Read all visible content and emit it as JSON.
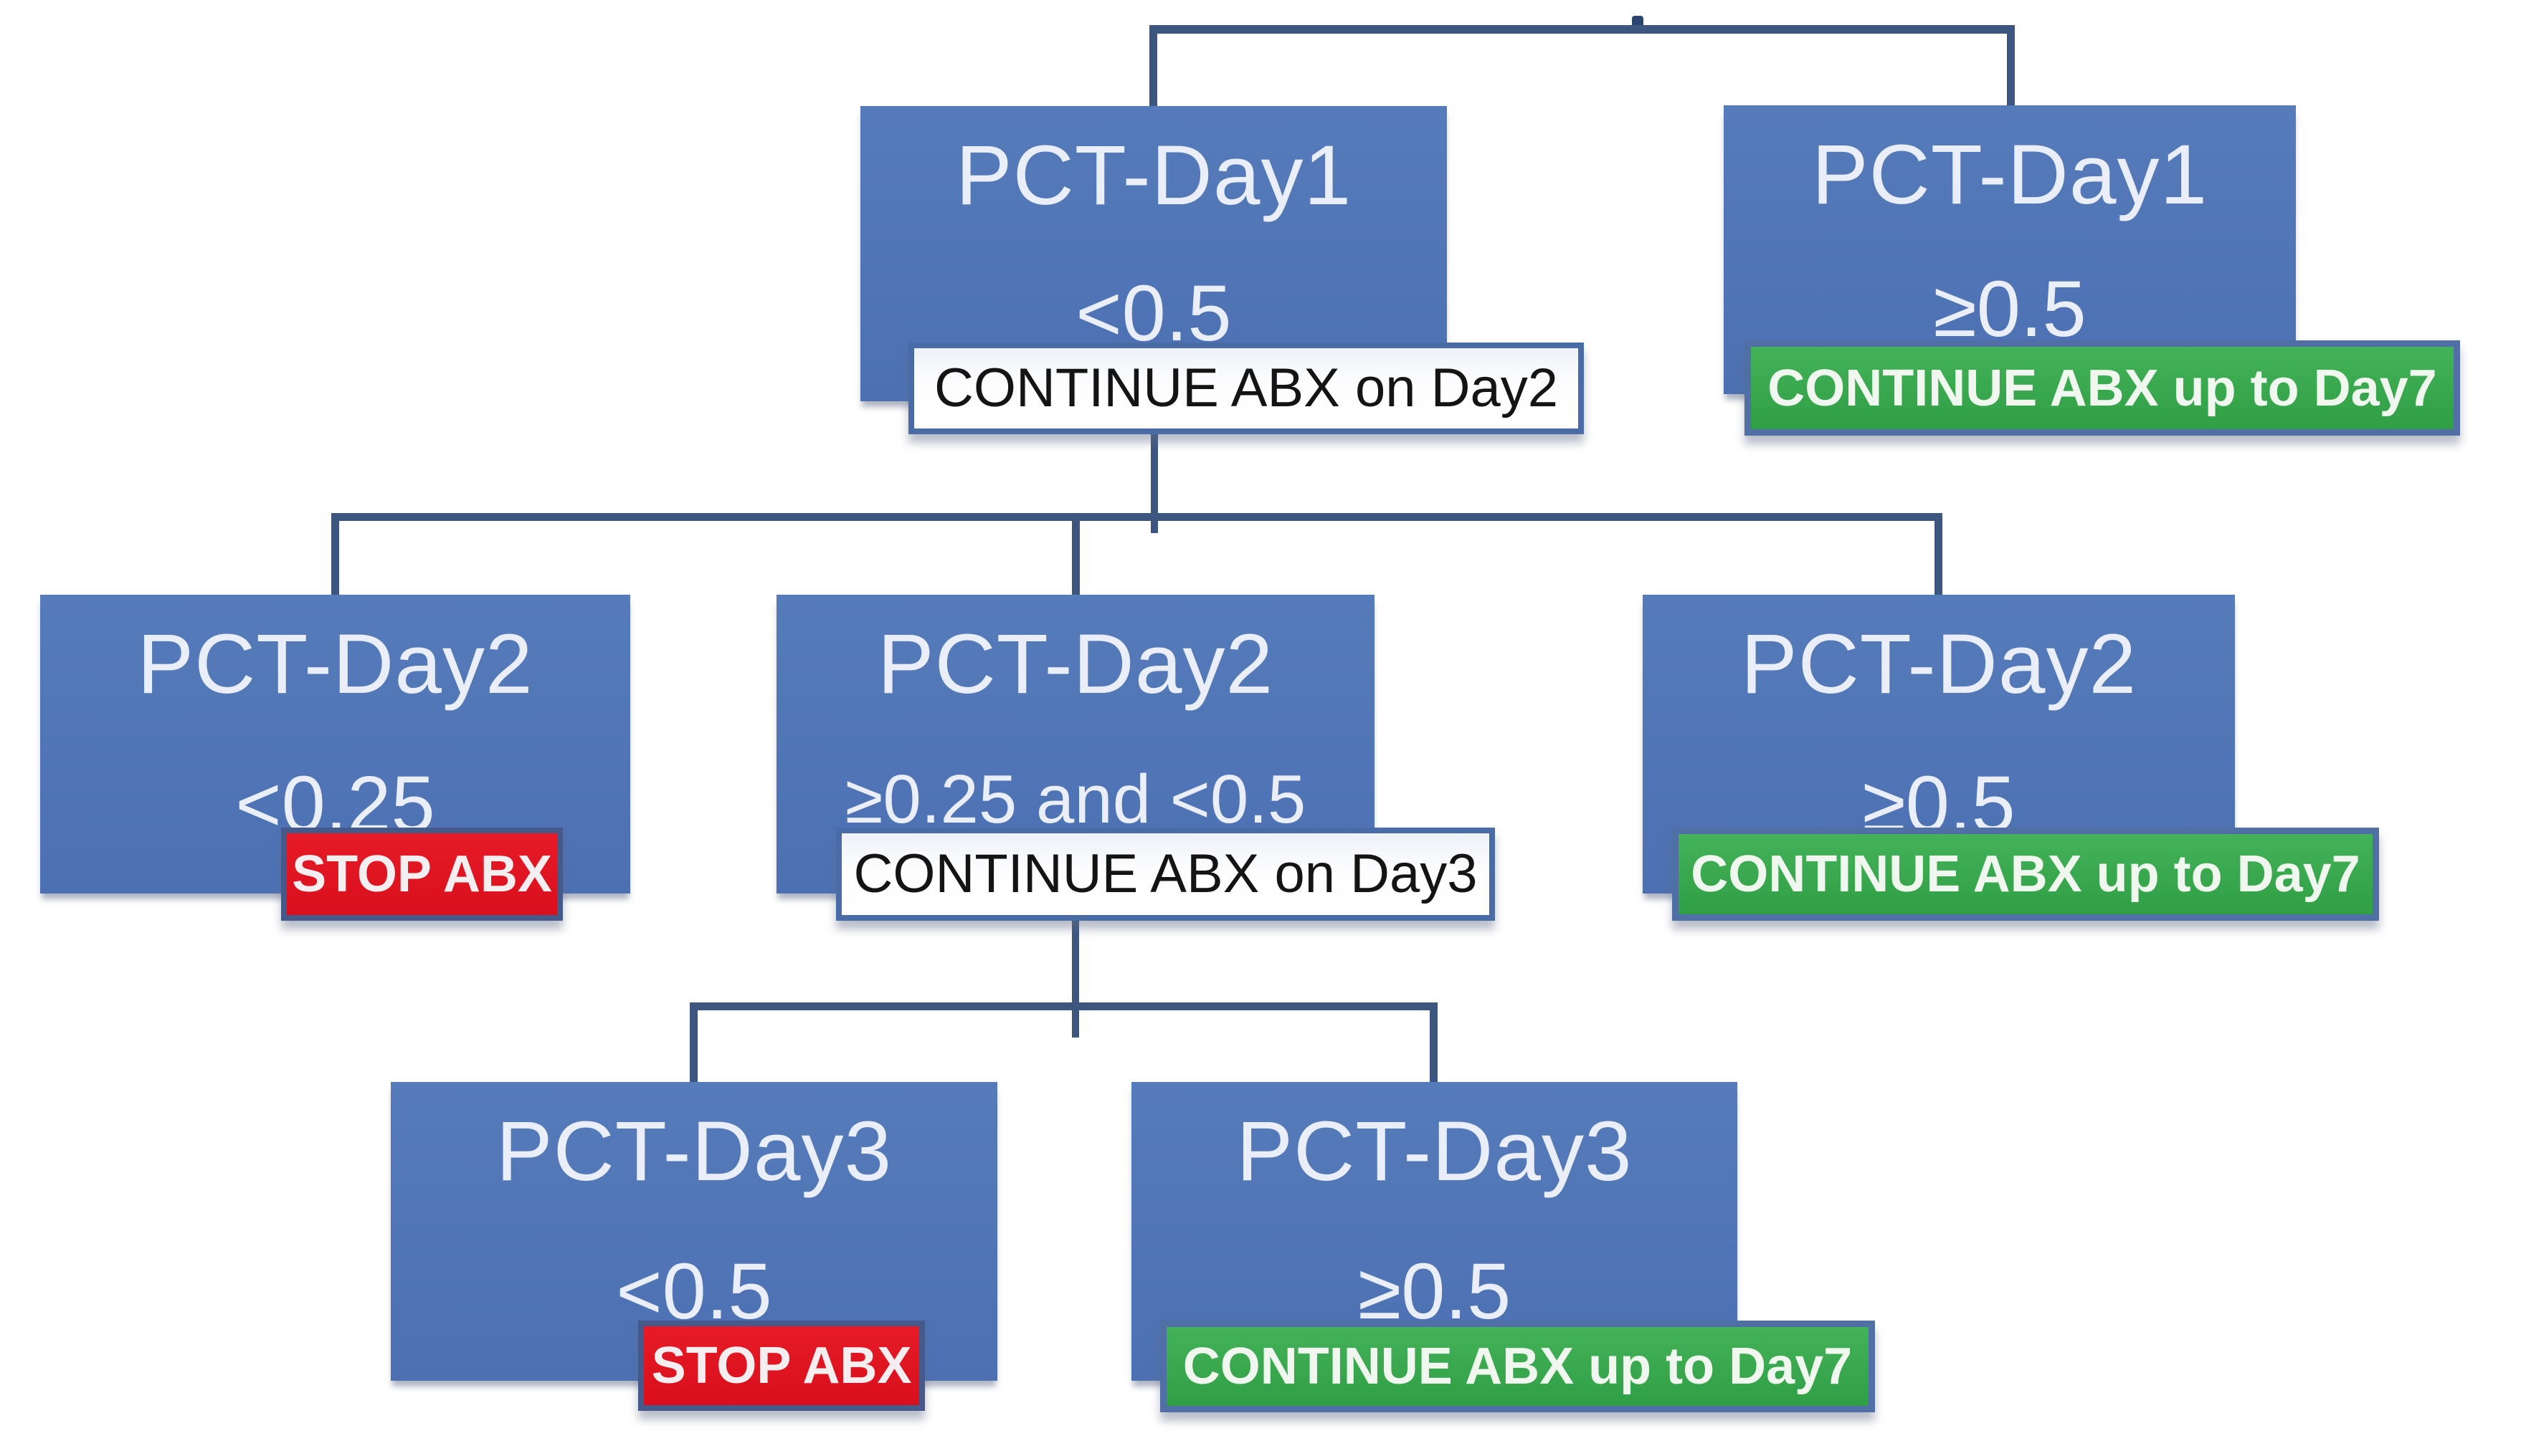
{
  "diagram": {
    "colors": {
      "box_blue": "#4e72b4",
      "action_green": "#35a54b",
      "action_red": "#e01321",
      "action_neutral": "#ffffff",
      "connector_blue": "#3c567f"
    },
    "nodes": [
      {
        "id": "pct-day1-low",
        "title": "PCT-Day1",
        "condition": "<0.5",
        "action": {
          "label": "CONTINUE ABX on Day2",
          "style": "neutral"
        }
      },
      {
        "id": "pct-day1-high",
        "title": "PCT-Day1",
        "condition": "≥0.5",
        "action": {
          "label": "CONTINUE ABX up to Day7",
          "style": "green"
        }
      },
      {
        "id": "pct-day2-low",
        "title": "PCT-Day2",
        "condition": "<0.25",
        "action": {
          "label": "STOP ABX",
          "style": "red"
        }
      },
      {
        "id": "pct-day2-mid",
        "title": "PCT-Day2",
        "condition": "≥0.25 and <0.5",
        "action": {
          "label": "CONTINUE ABX on Day3",
          "style": "neutral"
        }
      },
      {
        "id": "pct-day2-high",
        "title": "PCT-Day2",
        "condition": "≥0.5",
        "action": {
          "label": "CONTINUE ABX up to Day7",
          "style": "green"
        }
      },
      {
        "id": "pct-day3-low",
        "title": "PCT-Day3",
        "condition": "<0.5",
        "action": {
          "label": "STOP ABX",
          "style": "red"
        }
      },
      {
        "id": "pct-day3-high",
        "title": "PCT-Day3",
        "condition": "≥0.5",
        "action": {
          "label": "CONTINUE ABX up to Day7",
          "style": "green"
        }
      }
    ],
    "edges": [
      {
        "from": "top",
        "to": [
          "pct-day1-low",
          "pct-day1-high"
        ]
      },
      {
        "from": "pct-day1-low",
        "to": [
          "pct-day2-low",
          "pct-day2-mid",
          "pct-day2-high"
        ]
      },
      {
        "from": "pct-day2-mid",
        "to": [
          "pct-day3-low",
          "pct-day3-high"
        ]
      }
    ]
  }
}
